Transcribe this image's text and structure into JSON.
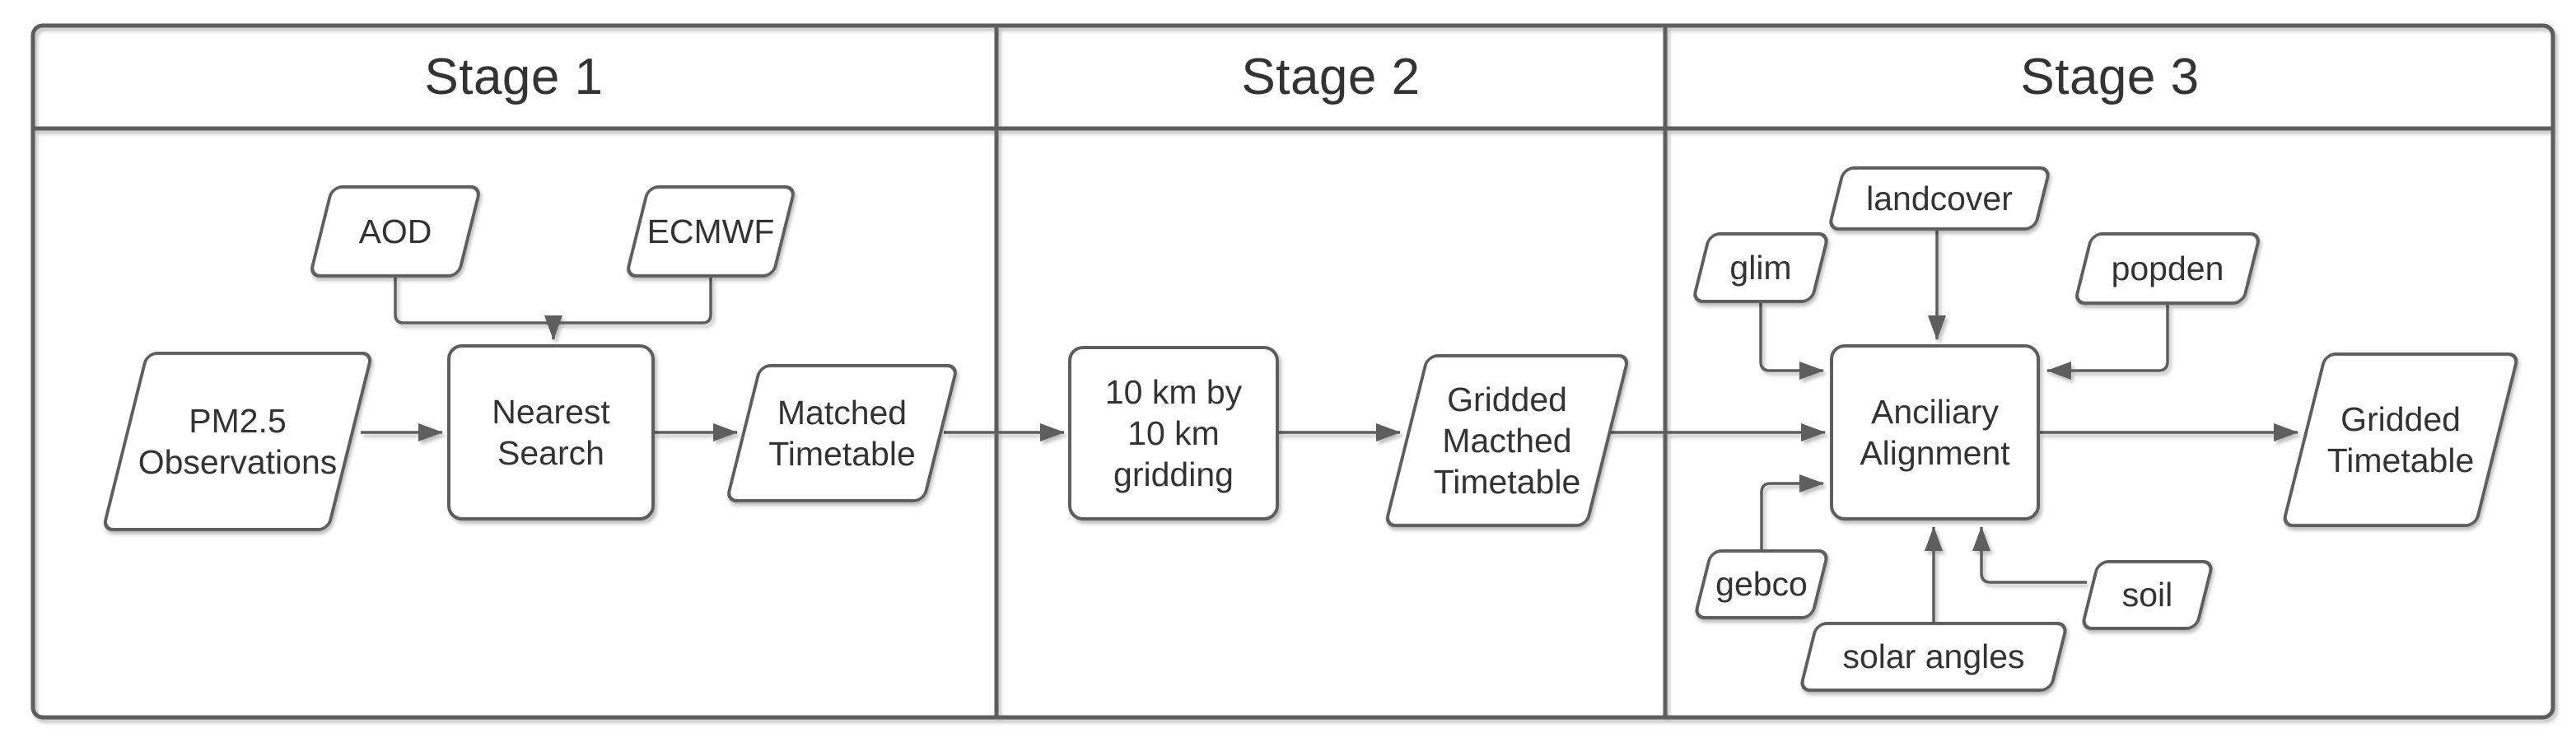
{
  "stages": [
    {
      "label": "Stage 1"
    },
    {
      "label": "Stage 2"
    },
    {
      "label": "Stage 3"
    }
  ],
  "nodes": {
    "aod": {
      "label": "AOD",
      "shape": "parallelogram"
    },
    "ecmwf": {
      "label": "ECMWF",
      "shape": "parallelogram"
    },
    "pm25_observations": {
      "label": "PM2.5\nObservations",
      "shape": "parallelogram"
    },
    "nearest_search": {
      "label": "Nearest\nSearch",
      "shape": "process"
    },
    "matched_timetable": {
      "label": "Matched\nTimetable",
      "shape": "parallelogram"
    },
    "gridding": {
      "label": "10 km by\n10 km\ngridding",
      "shape": "process"
    },
    "gridded_macthed_timetable": {
      "label": "Gridded\nMacthed\nTimetable",
      "shape": "parallelogram"
    },
    "glim": {
      "label": "glim",
      "shape": "parallelogram"
    },
    "landcover": {
      "label": "landcover",
      "shape": "parallelogram"
    },
    "popden": {
      "label": "popden",
      "shape": "parallelogram"
    },
    "anciliary_alignment": {
      "label": "Anciliary\nAlignment",
      "shape": "process"
    },
    "gebco": {
      "label": "gebco",
      "shape": "parallelogram"
    },
    "solar_angles": {
      "label": "solar angles",
      "shape": "parallelogram"
    },
    "soil": {
      "label": "soil",
      "shape": "parallelogram"
    },
    "gridded_timetable": {
      "label": "Gridded\nTimetable",
      "shape": "parallelogram"
    }
  },
  "edges": [
    {
      "from": "pm25_observations",
      "to": "nearest_search"
    },
    {
      "from": "aod",
      "to": "nearest_search"
    },
    {
      "from": "ecmwf",
      "to": "nearest_search"
    },
    {
      "from": "nearest_search",
      "to": "matched_timetable"
    },
    {
      "from": "matched_timetable",
      "to": "gridding"
    },
    {
      "from": "gridding",
      "to": "gridded_macthed_timetable"
    },
    {
      "from": "gridded_macthed_timetable",
      "to": "anciliary_alignment"
    },
    {
      "from": "landcover",
      "to": "anciliary_alignment"
    },
    {
      "from": "glim",
      "to": "anciliary_alignment"
    },
    {
      "from": "popden",
      "to": "anciliary_alignment"
    },
    {
      "from": "gebco",
      "to": "anciliary_alignment"
    },
    {
      "from": "solar_angles",
      "to": "anciliary_alignment"
    },
    {
      "from": "soil",
      "to": "anciliary_alignment"
    },
    {
      "from": "anciliary_alignment",
      "to": "gridded_timetable"
    }
  ],
  "colors": {
    "stroke": "#5e5e5e",
    "text": "#333333",
    "background": "#ffffff"
  }
}
